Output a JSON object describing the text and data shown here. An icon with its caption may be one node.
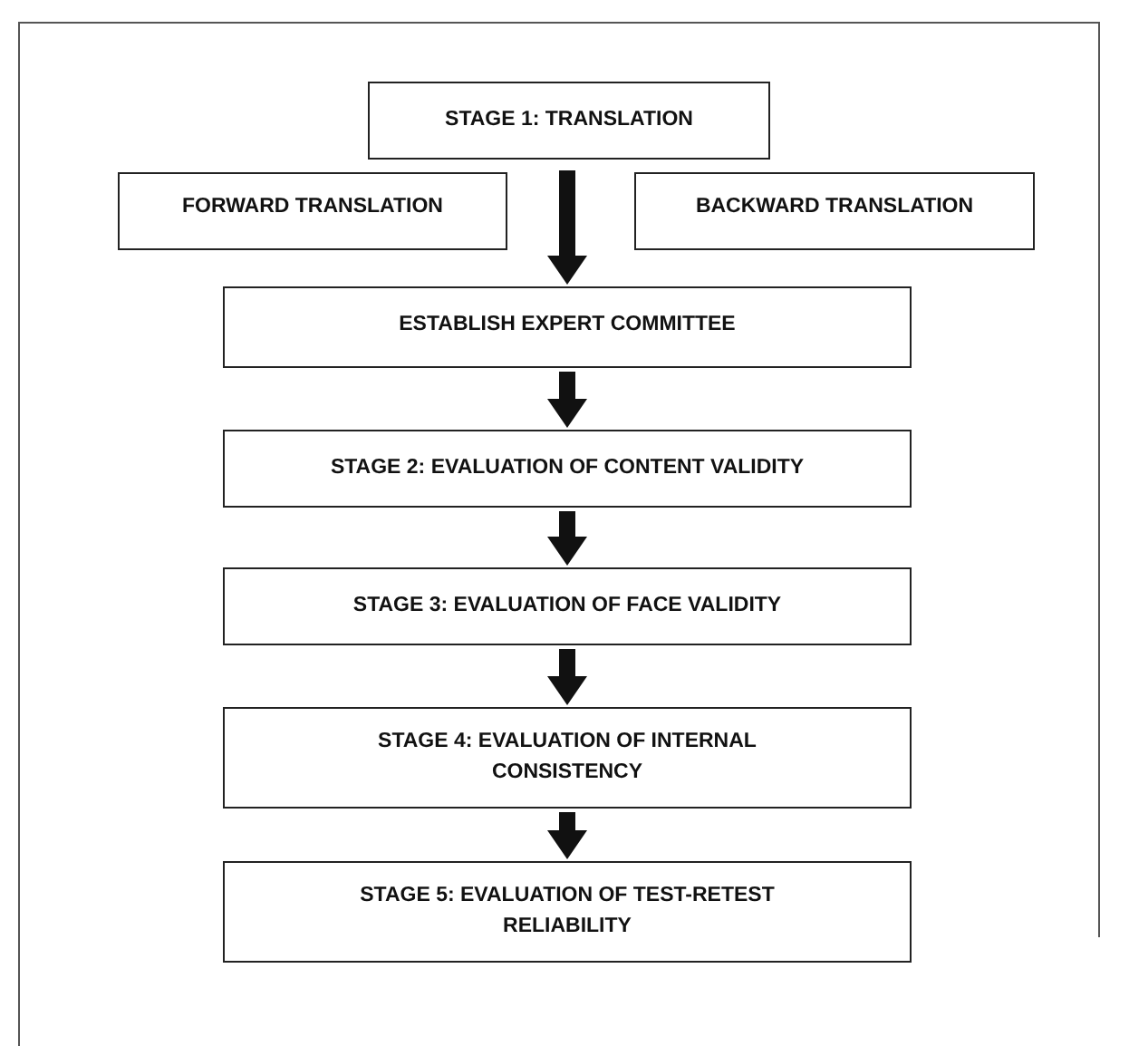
{
  "diagram": {
    "nodes": [
      {
        "text": [
          "STAGE 1: TRANSLATION"
        ]
      },
      {
        "text": [
          "FORWARD TRANSLATION"
        ]
      },
      {
        "text": [
          "BACKWARD TRANSLATION"
        ]
      },
      {
        "text": [
          "ESTABLISH EXPERT COMMITTEE"
        ]
      },
      {
        "text": [
          "STAGE 2: EVALUATION OF CONTENT VALIDITY"
        ]
      },
      {
        "text": [
          "STAGE 3: EVALUATION OF FACE VALIDITY"
        ]
      },
      {
        "text": [
          "STAGE 4: EVALUATION OF INTERNAL CONSISTENCY"
        ]
      },
      {
        "text": [
          "STAGE 5: EVALUATION OF TEST-RETEST RELIABILITY"
        ]
      }
    ],
    "edges": [
      {
        "from": 0,
        "to": 3,
        "arrow": "to"
      },
      {
        "from": 3,
        "to": 4,
        "arrow": "to"
      },
      {
        "from": 4,
        "to": 5,
        "arrow": "to"
      },
      {
        "from": 5,
        "to": 6,
        "arrow": "to"
      },
      {
        "from": 6,
        "to": 7,
        "arrow": "to"
      }
    ]
  }
}
